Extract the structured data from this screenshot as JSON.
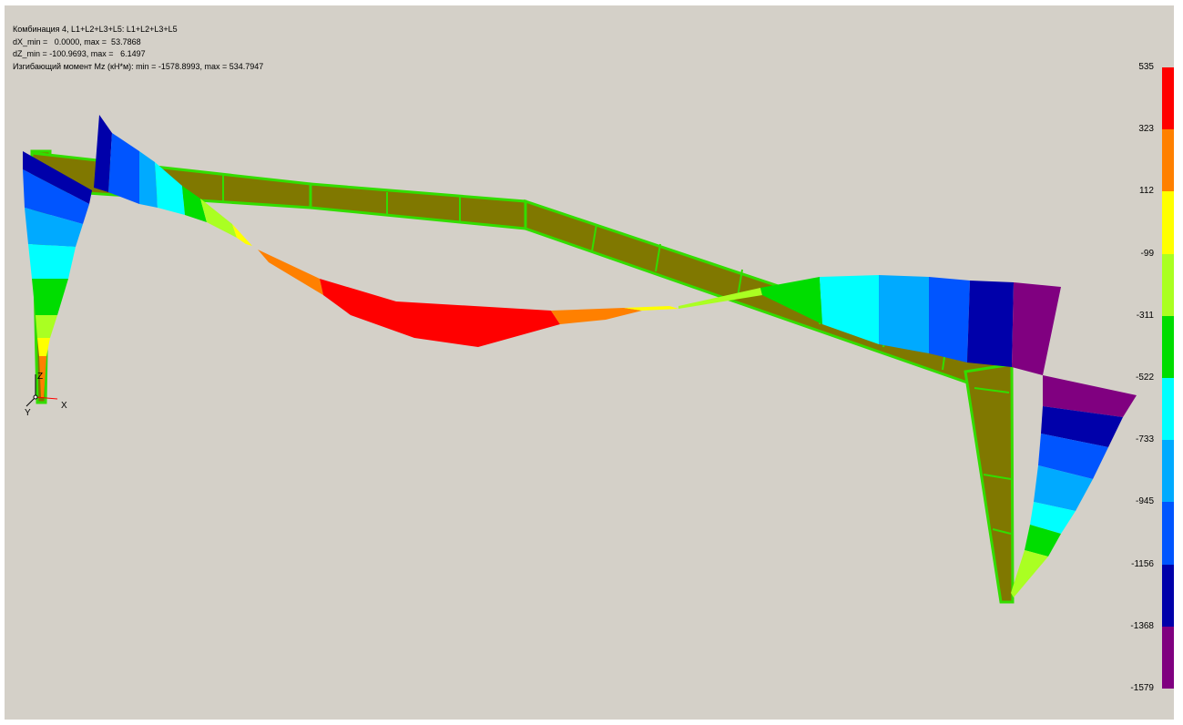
{
  "info": {
    "line1": "Комбинация 4, L1+L2+L3+L5: L1+L2+L3+L5",
    "line2": "dX_min =   0.0000, max =  53.7868",
    "line3": "dZ_min = -100.9693, max =   6.1497",
    "line4": "Изгибающий момент Mz (кН*м): min = -1578.8993, max = 534.7947"
  },
  "axes": {
    "z": "Z",
    "y": "Y",
    "x": "X"
  },
  "legend": {
    "labels": [
      "535",
      "323",
      "112",
      "-99",
      "-311",
      "-522",
      "-733",
      "-945",
      "-1156",
      "-1368",
      "-1579"
    ],
    "colors": [
      "#ff0000",
      "#ff8000",
      "#ffff00",
      "#aaff22",
      "#00dd00",
      "#00ffff",
      "#00aaff",
      "#0055ff",
      "#0000aa",
      "#800080"
    ]
  },
  "colors": {
    "frame_fill": "#807800",
    "frame_stroke": "#33dd00",
    "background": "#d4d0c8"
  }
}
